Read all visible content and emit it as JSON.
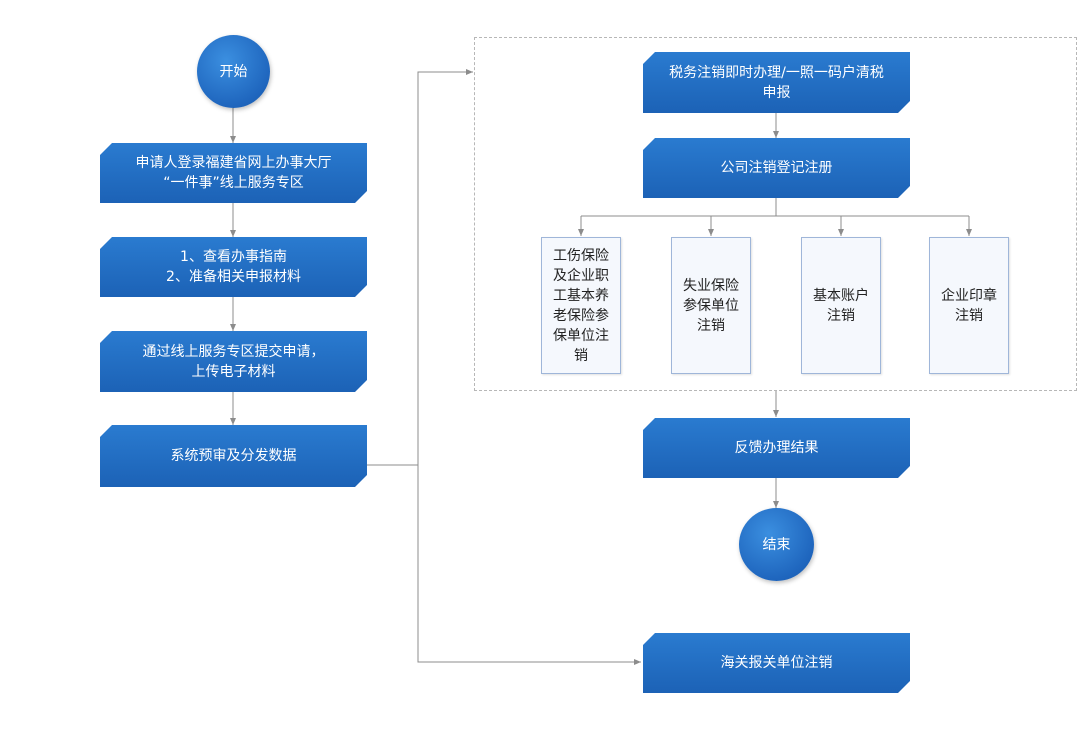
{
  "nodes": {
    "start": "开始",
    "login": "申请人登录福建省网上办事大厅\n“一件事”线上服务专区",
    "guide": "1、查看办事指南\n2、准备相关申报材料",
    "submit": "通过线上服务专区提交申请，\n上传电子材料",
    "precheck": "系统预审及分发数据",
    "tax": "税务注销即时办理/一照一码户清税\n申报",
    "company": "公司注销登记注册",
    "sub1": "工伤保险\n及企业职\n工基本养\n老保险参\n保单位注\n销",
    "sub2": "失业保险\n参保单位\n注销",
    "sub3": "基本账户\n注销",
    "sub4": "企业印章\n注销",
    "feedback": "反馈办理结果",
    "end": "结束",
    "customs": "海关报关单位注销"
  },
  "colors": {
    "node_fill": "#1f66be",
    "line": "#8c8c8c",
    "sub_border": "#9fb6d9",
    "dashed_border": "#b7b7b7"
  }
}
